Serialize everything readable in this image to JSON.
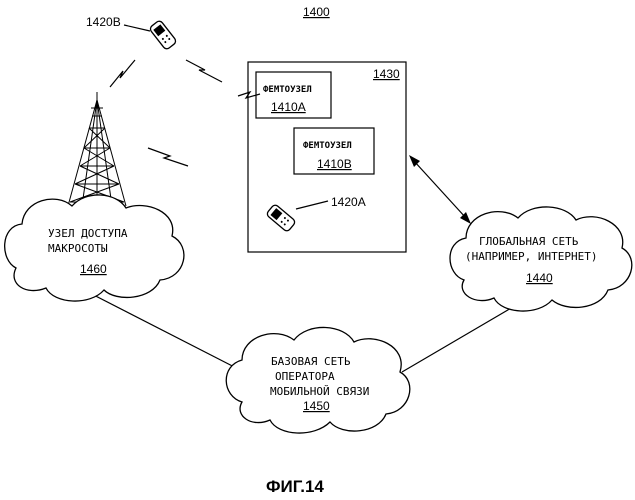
{
  "figure": {
    "number": "1400",
    "caption": "ФИГ.14"
  },
  "devices": {
    "phone_b": "1420B",
    "phone_a": "1420A"
  },
  "femto_box": {
    "ref": "1430",
    "node_a": {
      "title": "ФЕМТОУЗЕЛ",
      "ref": "1410A"
    },
    "node_b": {
      "title": "ФЕМТОУЗЕЛ",
      "ref": "1410B"
    }
  },
  "clouds": {
    "macro": {
      "line1": "УЗЕЛ ДОСТУПА",
      "line2": "МАКРОСОТЫ",
      "ref": "1460"
    },
    "wan": {
      "line1": "ГЛОБАЛЬНАЯ СЕТЬ",
      "line2": "(НАПРИМЕР, ИНТЕРНЕТ)",
      "ref": "1440"
    },
    "core": {
      "line1": "БАЗОВАЯ СЕТЬ",
      "line2": "ОПЕРАТОРА",
      "line3": "МОБИЛЬНОЙ СВЯЗИ",
      "ref": "1450"
    }
  }
}
